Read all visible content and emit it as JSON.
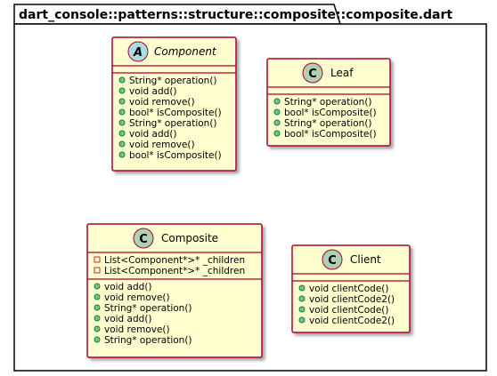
{
  "package": {
    "name": "dart_console::patterns::structure::composite::composite.dart"
  },
  "colors": {
    "class_fill": "#FEFECE",
    "class_border": "#A80036",
    "circle_class": "#ADD1B2",
    "circle_abstract": "#A9DCDF",
    "public_marker": "#84BE84",
    "private_marker": "#C82930"
  },
  "classes": [
    {
      "id": "component",
      "name": "Component",
      "stereotype": "A",
      "abstract": true,
      "fields": [],
      "methods": [
        "String* operation()",
        "void add()",
        "void remove()",
        "bool* isComposite()",
        "String* operation()",
        "void add()",
        "void remove()",
        "bool* isComposite()"
      ]
    },
    {
      "id": "leaf",
      "name": "Leaf",
      "stereotype": "C",
      "abstract": false,
      "fields": [],
      "methods": [
        "String* operation()",
        "bool* isComposite()",
        "String* operation()",
        "bool* isComposite()"
      ]
    },
    {
      "id": "composite",
      "name": "Composite",
      "stereotype": "C",
      "abstract": false,
      "fields": [
        "List<Component*>* _children",
        "List<Component*>* _children"
      ],
      "methods": [
        "void add()",
        "void remove()",
        "String* operation()",
        "void add()",
        "void remove()",
        "String* operation()"
      ]
    },
    {
      "id": "client",
      "name": "Client",
      "stereotype": "C",
      "abstract": false,
      "fields": [],
      "methods": [
        "void clientCode()",
        "void clientCode2()",
        "void clientCode()",
        "void clientCode2()"
      ]
    }
  ]
}
